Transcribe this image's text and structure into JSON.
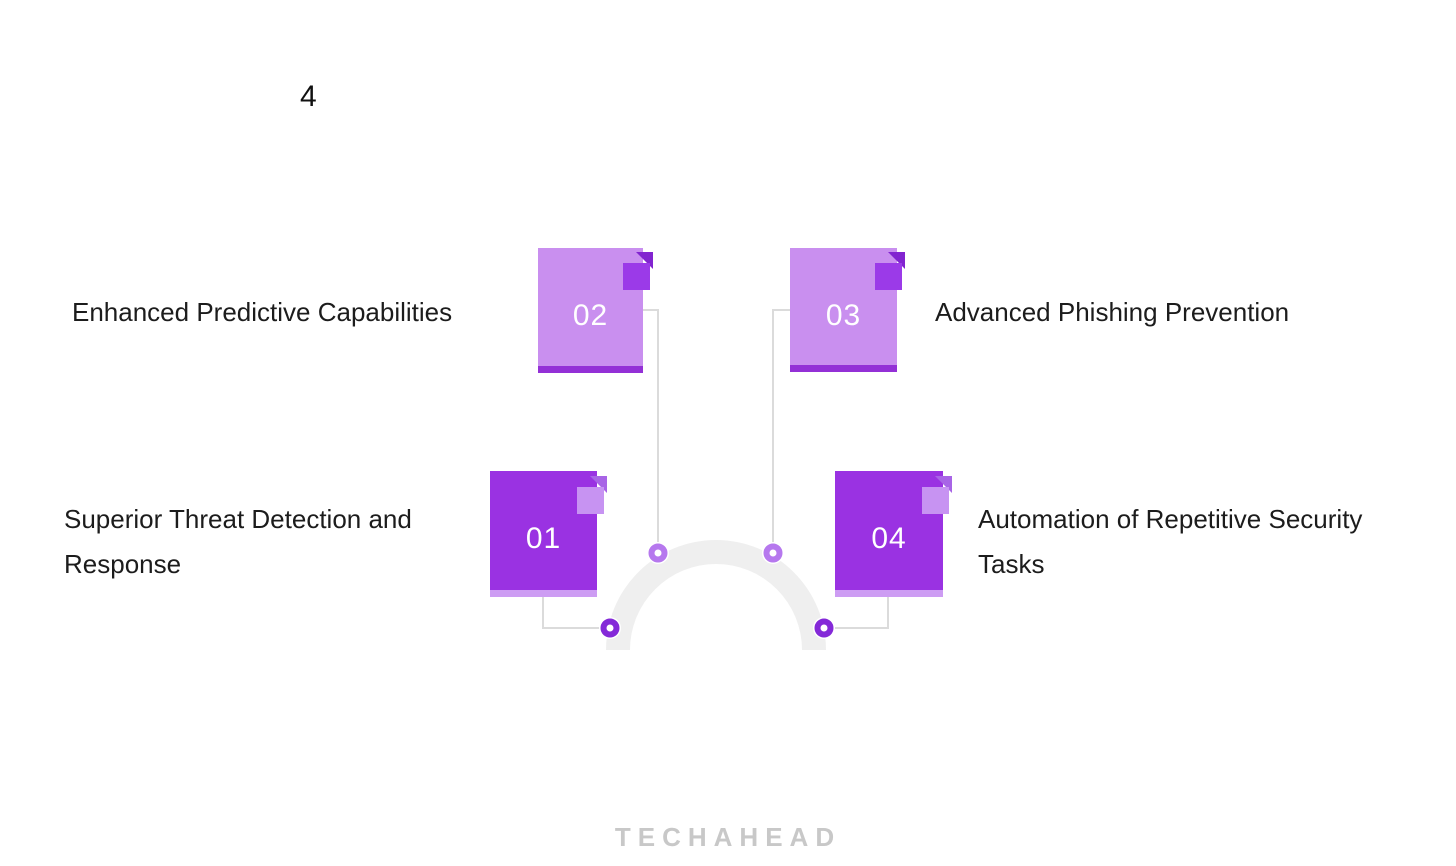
{
  "slide": {
    "page_indicator": "4",
    "watermark": "TECHAHEAD"
  },
  "items": [
    {
      "number": "01",
      "label": "Superior Threat Detection and Response",
      "variant": "dark",
      "position": "bottom-left"
    },
    {
      "number": "02",
      "label": "Enhanced Predictive Capabilities",
      "variant": "light",
      "position": "top-left"
    },
    {
      "number": "03",
      "label": "Advanced Phishing Prevention",
      "variant": "light",
      "position": "top-right"
    },
    {
      "number": "04",
      "label": "Automation of Repetitive Security Tasks",
      "variant": "dark",
      "position": "bottom-right"
    }
  ],
  "colors": {
    "card_light": "#C98FEF",
    "card_light_strip": "#9330D6",
    "card_dark": "#9A32E2",
    "card_dark_strip": "#CD9CF3",
    "note_tab_on_light": "#9B3AE8",
    "note_fold_on_light": "#8224D0",
    "note_tab_on_dark": "#C793F2",
    "note_fold_on_dark": "#A864E6",
    "node_light": "#B678EE",
    "node_dark": "#8429D8",
    "connector": "#DBDBDB",
    "arc": "#EFEFEF",
    "text": "#1C1C1C",
    "card_number_text": "#FFFFFF",
    "watermark": "#C8C8C8"
  }
}
